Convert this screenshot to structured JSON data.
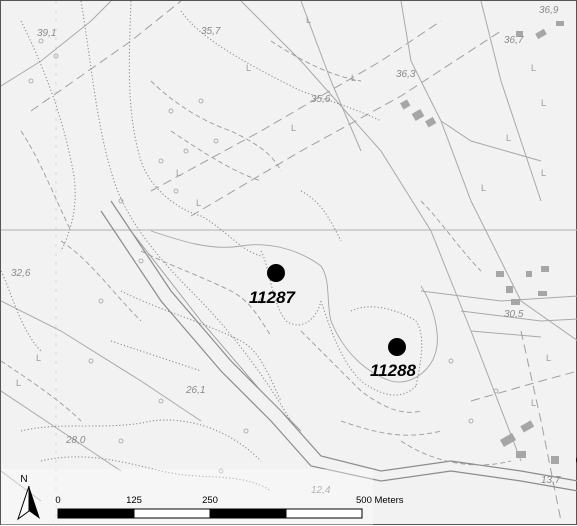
{
  "map": {
    "elevation_labels": [
      "39,1",
      "35,7",
      "35,6",
      "36,3",
      "36,7",
      "36,9",
      "32,6",
      "30,5",
      "26,1",
      "28,0",
      "13,7",
      "12,4"
    ],
    "sites": [
      {
        "id": "11287"
      },
      {
        "id": "11288"
      }
    ],
    "vegetation_symbol": "L",
    "colors": {
      "background": "#f2f2f2",
      "linework": "#9a9a9a",
      "building": "#a6a6a6",
      "site_marker": "#000000"
    }
  },
  "scale_bar": {
    "ticks": [
      "0",
      "125",
      "250",
      "500 Meters"
    ],
    "segment_values": [
      0,
      125,
      250,
      375,
      500
    ],
    "unit": "Meters"
  },
  "north_arrow": {
    "label": "N",
    "icon": "north-arrow-icon"
  }
}
